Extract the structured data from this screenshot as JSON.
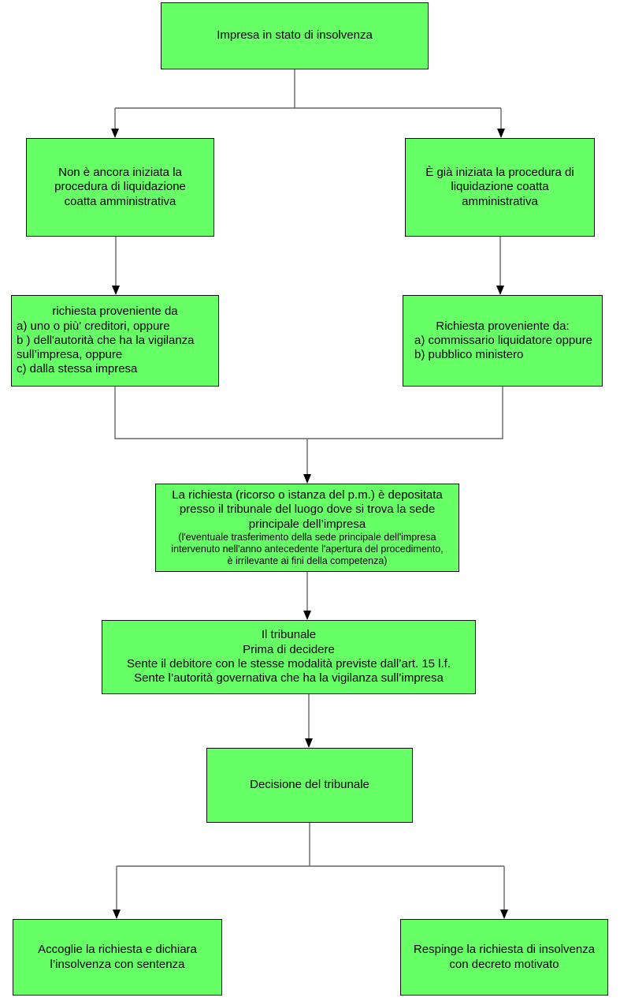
{
  "diagram": {
    "type": "flowchart",
    "language": "it",
    "colors": {
      "node_fill": "#66ff66",
      "node_border": "#0d0d0d",
      "connector": "#666666",
      "arrowhead": "#000000",
      "background": "#ffffff",
      "text": "#000000"
    },
    "nodes": {
      "insolvency": "Impresa in stato di insolvenza",
      "not_started": "Non è ancora iniziata la\nprocedura di liquidazione\ncoatta amministrativa",
      "already_started": "È già iniziata la procedura di\nliquidazione coatta\namministrativa",
      "request_left_heading": "richiesta proveniente da",
      "request_left_items": "a) uno o più' creditori, oppure\nb ) dell'autorità che ha la vigilanza\nsull’impresa, oppure\nc) dalla stessa impresa",
      "request_right_heading": "Richiesta proveniente da:",
      "request_right_items": "a) commissario liquidatore oppure\nb) pubblico ministero",
      "filing_main": "La richiesta (ricorso o istanza del p.m.) è depositata\npresso il tribunale del luogo dove si trova la sede\nprincipale dell’impresa",
      "filing_note": "(l'eventuale  trasferimento della sede principale dell'impresa\nintervenuto nell'anno antecedente l'apertura del procedimento,\nè irrilevante ai fini della competenza)",
      "tribunal": "Il tribunale\nPrima di decidere\nSente il debitore con le stesse modalità previste dall’art. 15 l.f.\nSente l’autorità governativa che ha la vigilanza sull’impresa",
      "decision": "Decisione del tribunale",
      "accept": "Accoglie la richiesta e dichiara\nl’insolvenza con sentenza",
      "reject": "Respinge la richiesta di insolvenza\ncon decreto motivato"
    }
  }
}
